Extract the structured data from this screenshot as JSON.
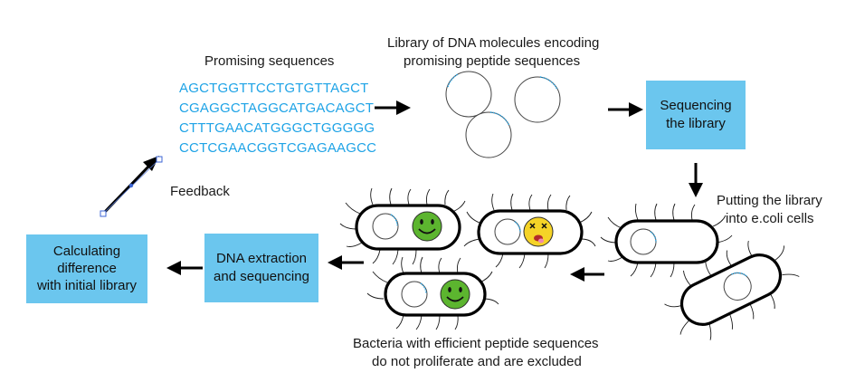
{
  "labels": {
    "promising_sequences": "Promising sequences",
    "library_line1": "Library of DNA molecules encoding",
    "library_line2": "promising peptide sequences",
    "feedback": "Feedback",
    "putting_line1": "Putting the library",
    "putting_line2": "into e.coli cells",
    "bacteria_line1": "Bacteria with efficient peptide sequences",
    "bacteria_line2": "do not proliferate and are excluded"
  },
  "sequences": [
    "AGCTGGTTCCTGTGTTAGCT",
    "CGAGGCTAGGCATGACAGCT",
    "CTTTGAACATGGGCTGGGGG",
    "CCTCGAACGGTCGAGAAGCC"
  ],
  "boxes": {
    "sequencing": [
      "Sequencing",
      "the library"
    ],
    "extraction": [
      "DNA extraction",
      "and sequencing"
    ],
    "calculating": [
      "Calculating",
      "difference",
      "with initial library"
    ]
  },
  "colors": {
    "sequence_text": "#1ea3e6",
    "box_fill": "#6bc6ee",
    "smiley_face": "#5cb52f",
    "sick_face": "#f5d327"
  },
  "icons": [
    "plasmid-icon",
    "bacterium-icon",
    "smiley-icon",
    "sick-face-icon"
  ]
}
